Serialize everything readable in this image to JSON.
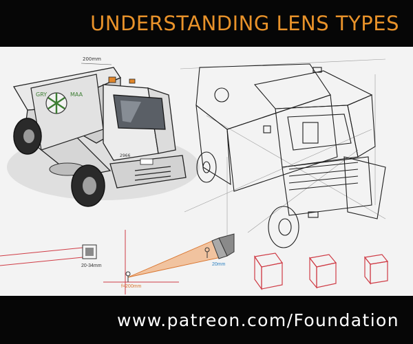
{
  "header": {
    "title": "UNDERSTANDING LENS TYPES"
  },
  "footer": {
    "url": "www.patreon.com/Foundation"
  },
  "artwork": {
    "truck_annotations": {
      "dimension_label": "200mm",
      "door_logo_text_left": "GRY",
      "door_logo_text_right": "MAA",
      "plate_text": "2966"
    },
    "diagram_annotations": {
      "left_lens_label": "20-34mm",
      "center_lens_label": "20mm",
      "center_focal_label": "f=200mm"
    }
  },
  "colors": {
    "title": "#e8922a",
    "footer_text": "#ffffff",
    "bar_background": "#060606",
    "canvas_background": "#f3f3f3",
    "sketch_red": "#cf3b45",
    "cone_orange": "#ef9b5a",
    "label_blue": "#2a7fc0",
    "label_orange": "#d8732c"
  }
}
